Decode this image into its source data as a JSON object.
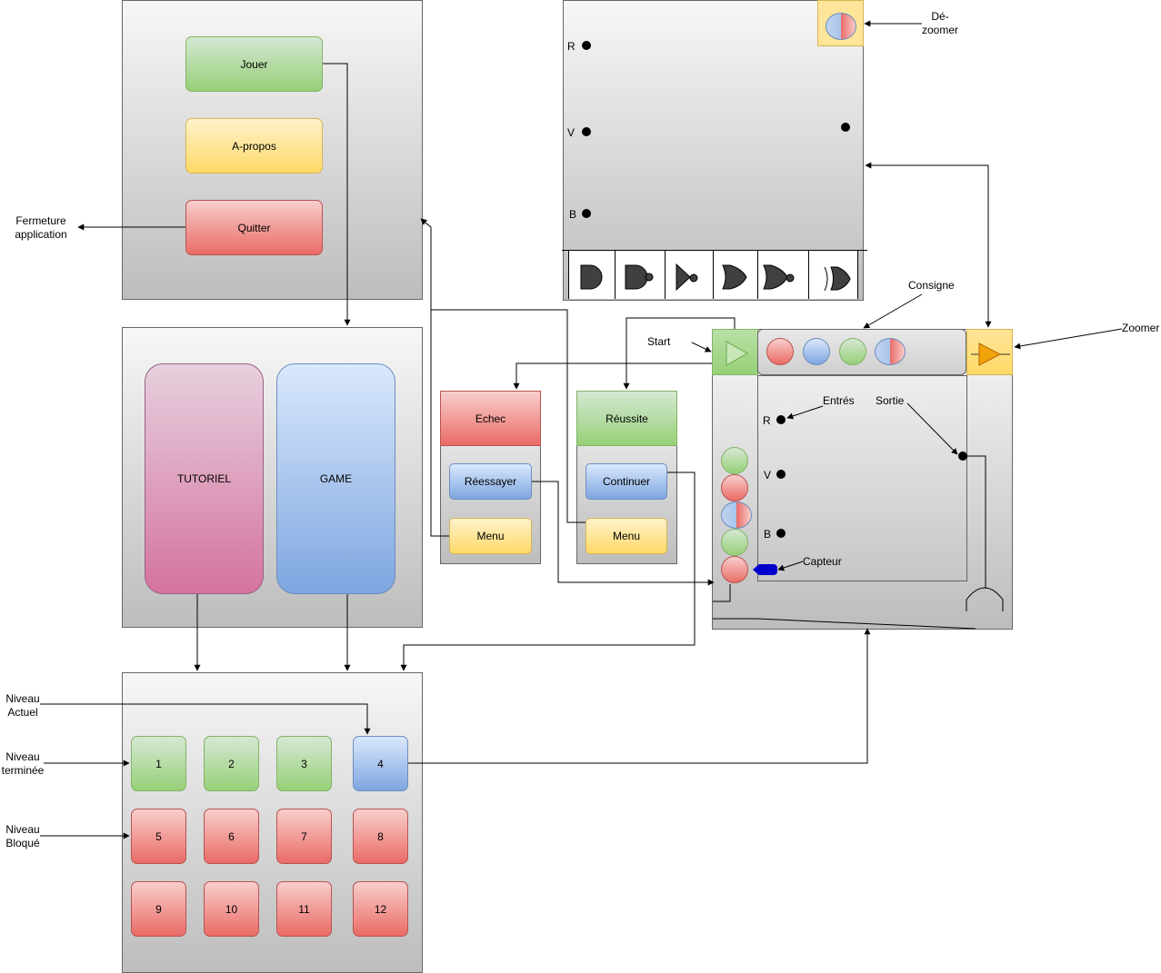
{
  "menu": {
    "play_label": "Jouer",
    "about_label": "A-propos",
    "quit_label": "Quitter"
  },
  "notes": {
    "close_app": "Fermeture application",
    "current_level": "Niveau Actuel",
    "completed_level": "Niveau terminée",
    "locked_level": "Niveau Bloqué",
    "unzoom": "Dé-zoomer",
    "instruction": "Consigne",
    "zoom": "Zoomer",
    "start": "Start",
    "inputs": "Entrés",
    "output": "Sortie",
    "sensor": "Capteur"
  },
  "modes": {
    "tutorial_label": "TUTORIEL",
    "game_label": "GAME"
  },
  "levels": {
    "items": [
      {
        "label": "1",
        "state": "done"
      },
      {
        "label": "2",
        "state": "done"
      },
      {
        "label": "3",
        "state": "done"
      },
      {
        "label": "4",
        "state": "current"
      },
      {
        "label": "5",
        "state": "locked"
      },
      {
        "label": "6",
        "state": "locked"
      },
      {
        "label": "7",
        "state": "locked"
      },
      {
        "label": "8",
        "state": "locked"
      },
      {
        "label": "9",
        "state": "locked"
      },
      {
        "label": "10",
        "state": "locked"
      },
      {
        "label": "11",
        "state": "locked"
      },
      {
        "label": "12",
        "state": "locked"
      }
    ]
  },
  "fail": {
    "title": "Echec",
    "retry_label": "Réessayer",
    "menu_label": "Menu"
  },
  "success": {
    "title": "Réussite",
    "continue_label": "Continuer",
    "menu_label": "Menu"
  },
  "inputs": {
    "r": "R",
    "v": "V",
    "b": "B"
  },
  "gates": [
    {
      "icon": "and-gate-icon"
    },
    {
      "icon": "nand-gate-icon"
    },
    {
      "icon": "not-gate-icon"
    },
    {
      "icon": "or-gate-icon"
    },
    {
      "icon": "nor-gate-icon"
    },
    {
      "icon": "xor-gate-icon"
    }
  ],
  "instruction_colors": [
    "red",
    "blue",
    "green",
    "blue-red"
  ],
  "sensor_colors": [
    "green",
    "red",
    "blue-red",
    "green",
    "red"
  ],
  "colors": {
    "green": "#97d077",
    "yellow": "#ffd966",
    "red": "#ea6b66",
    "blue": "#7ea6e0",
    "pink": "#d5739d",
    "sensor": "#0000cc",
    "zoom_icon": "#f0a30a"
  }
}
